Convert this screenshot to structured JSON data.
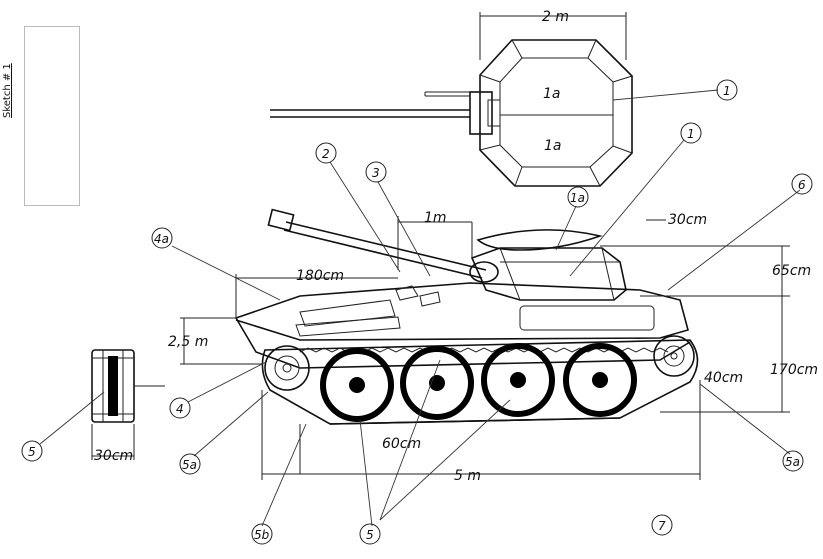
{
  "sheet_label": "Sketch # 1",
  "turret_top": {
    "width_label": "2 m",
    "hatch_labels": [
      "1a",
      "1a"
    ]
  },
  "dimensions": {
    "turret_offset": "1m",
    "hull_front": "180cm",
    "rear_gap": "30cm",
    "turret_height": "65cm",
    "nose_height": "2,5 m",
    "sprocket": "40cm",
    "hull_height": "170cm",
    "wheel": "60cm",
    "length": "5 m",
    "track_width": "30cm"
  },
  "callouts": [
    "1",
    "1",
    "2",
    "3",
    "1a",
    "6",
    "4a",
    "4",
    "5",
    "5a",
    "5a",
    "5b",
    "5",
    "7"
  ]
}
